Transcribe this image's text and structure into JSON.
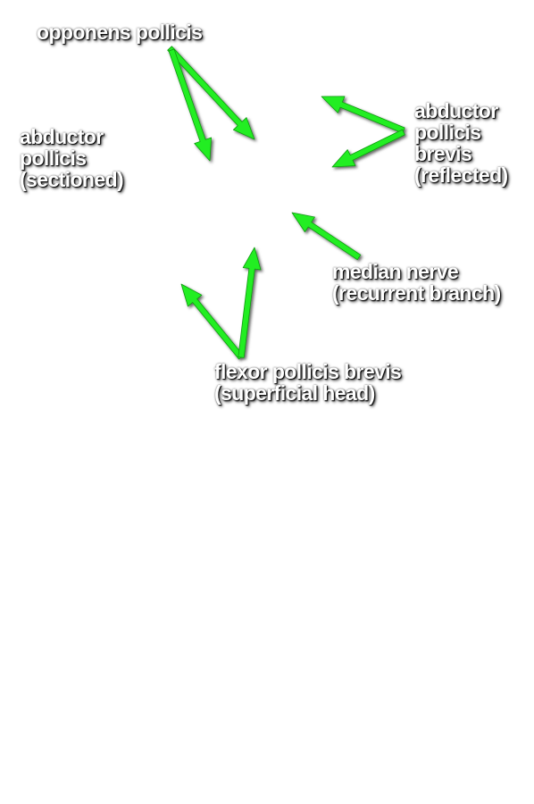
{
  "colors": {
    "arrow": "#22ee22",
    "label_text": "#ffffff",
    "label_shadow": "#000000",
    "background": "#ffffff"
  },
  "labels": {
    "opponens_pollicis": [
      "opponens pollicis"
    ],
    "abductor_pollicis_sectioned": [
      "abductor",
      "pollicis",
      "(sectioned)"
    ],
    "abductor_pollicis_brevis": [
      "abductor",
      "pollicis",
      "brevis",
      "(reflected)"
    ],
    "median_nerve": [
      "median nerve",
      "(recurrent branch)"
    ],
    "flexor_pollicis_brevis": [
      "flexor pollicis brevis",
      "(superficial head)"
    ]
  }
}
